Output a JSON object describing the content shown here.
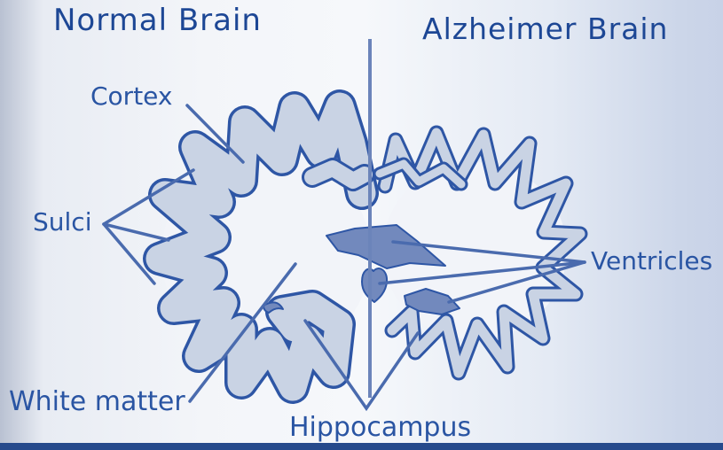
{
  "titles": {
    "normal": "Normal Brain",
    "alzheimer": "Alzheimer Brain"
  },
  "labels": {
    "cortex": "Cortex",
    "sulci": "Sulci",
    "ventricles": "Ventricles",
    "white_matter": "White matter",
    "hippocampus": "Hippocampus"
  },
  "annotations": [
    {
      "label": "Cortex",
      "pointer_lines": 1,
      "side": "normal"
    },
    {
      "label": "Sulci",
      "pointer_lines": 3,
      "side": "normal"
    },
    {
      "label": "Ventricles",
      "pointer_lines": 3,
      "side": "both"
    },
    {
      "label": "White matter",
      "pointer_lines": 1,
      "side": "normal"
    },
    {
      "label": "Hippocampus",
      "pointer_lines": 2,
      "side": "both"
    }
  ],
  "colors": {
    "title": "#1d4795",
    "text": "#2a55a3",
    "ink": "#2e56a5",
    "cortex": "#c9d3e4",
    "interior": "#f2f4f9",
    "vent": "#7289bd",
    "pointer": "#4a6bae",
    "divider": "#6b84ba",
    "bar": "#264a8c",
    "bgl": "#b9c1d2",
    "bgc": "#f6f8fb",
    "bgr": "#c8d2e7"
  }
}
